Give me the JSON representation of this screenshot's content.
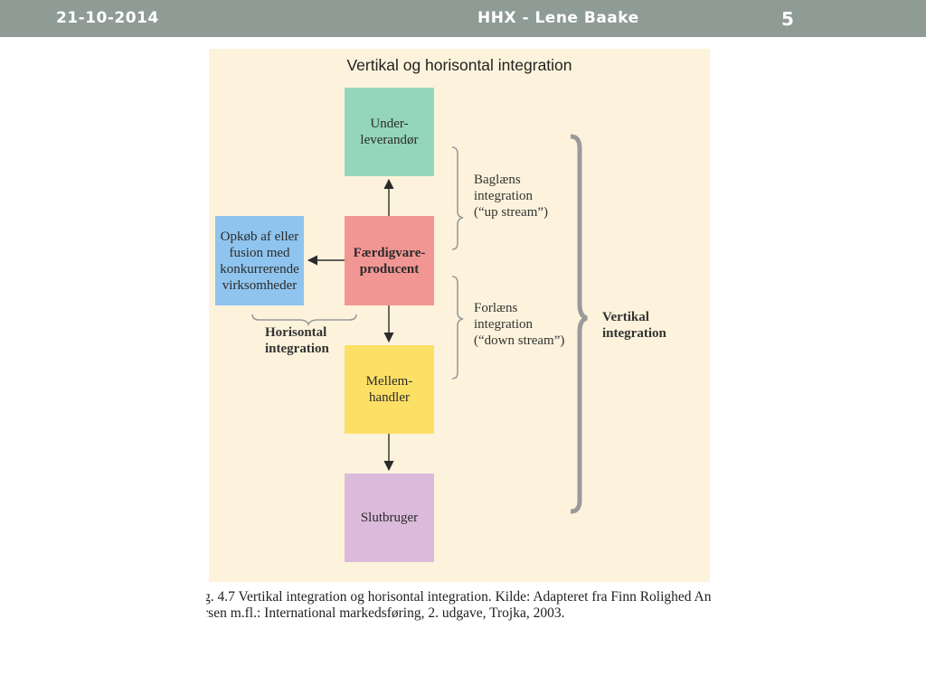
{
  "header": {
    "date": "21-10-2014",
    "title": "HHX - Lene Baake",
    "page_number": "5"
  },
  "figure": {
    "title": "Vertikal og horisontal integration",
    "boxes": {
      "supplier": "Under-\nleverandør",
      "producer": "Færdigvare-\nproducent",
      "wholesaler": "Mellem-\nhandler",
      "end_user": "Slutbruger",
      "acquisition": "Opkøb af eller\nfusion med\nkonkurrerende\nvirksomheder"
    },
    "labels": {
      "backward": "Baglæns\nintegration\n(“up stream”)",
      "forward": "Forlæns\nintegration\n(“down stream”)",
      "vertical": "Vertikal\nintegration",
      "horizontal": "Horisontal\nintegration"
    },
    "colors": {
      "background": "#fdf3dc",
      "supplier": "#93d6bc",
      "producer": "#f29693",
      "wholesaler": "#fce066",
      "end_user": "#dcbadb",
      "acquisition": "#8fc4ee",
      "header_bar": "#8f9c96"
    }
  },
  "caption": {
    "line1": "g. 4.7 Vertikal integration og horisontal integration. Kilde: Adapteret fra Finn Rolighed An-",
    "line2": "rsen m.fl.: International markedsføring, 2. udgave, Trojka, 2003."
  }
}
